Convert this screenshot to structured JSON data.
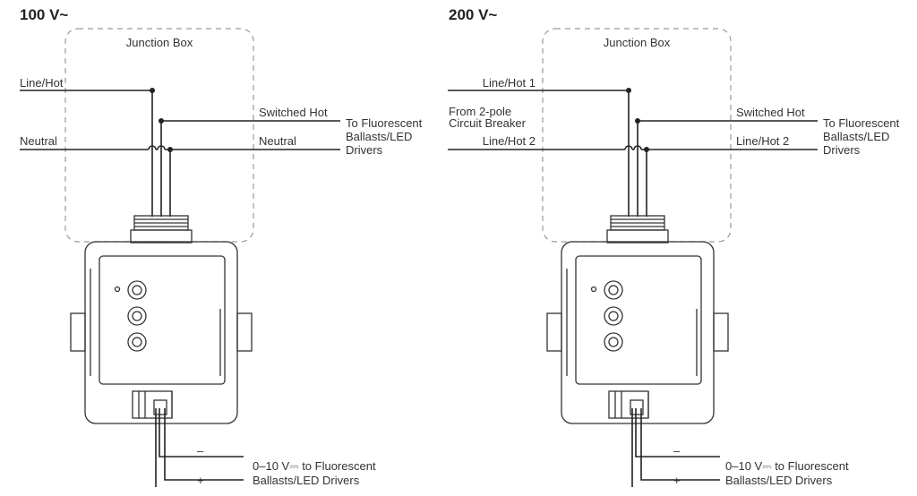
{
  "left": {
    "title": "100 V~",
    "box_label": "Junction Box",
    "line_in": "Line/Hot",
    "neutral_in": "Neutral",
    "switched_out": "Switched Hot",
    "neutral_out": "Neutral",
    "load_line1": "To Fluorescent",
    "load_line2": "Ballasts/LED",
    "load_line3": "Drivers",
    "minus": "–",
    "plus": "+",
    "dim_line1": "0–10 V⎓ to Fluorescent",
    "dim_line2": "Ballasts/LED Drivers"
  },
  "right": {
    "title": "200 V~",
    "box_label": "Junction Box",
    "line_in": "Line/Hot 1",
    "breaker_line1": "From 2-pole",
    "breaker_line2": "Circuit Breaker",
    "line2_in": "Line/Hot 2",
    "switched_out": "Switched Hot",
    "line2_out": "Line/Hot 2",
    "load_line1": "To Fluorescent",
    "load_line2": "Ballasts/LED",
    "load_line3": "Drivers",
    "minus": "–",
    "plus": "+",
    "dim_line1": "0–10 V⎓ to Fluorescent",
    "dim_line2": "Ballasts/LED Drivers"
  }
}
